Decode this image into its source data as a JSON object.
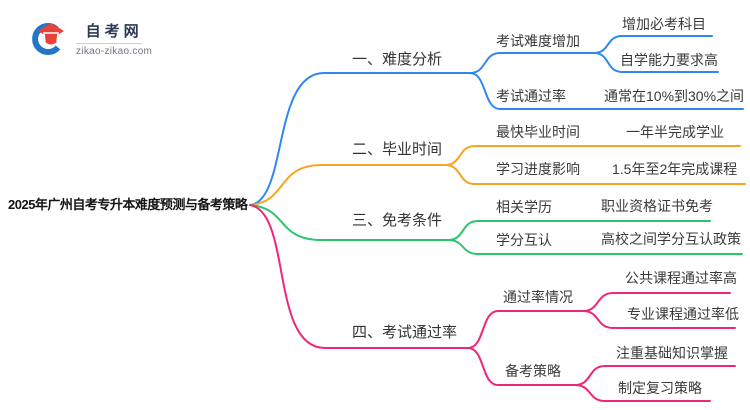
{
  "logo": {
    "site_name": "自考网",
    "site_domain": "zikao-zikao.com"
  },
  "root": {
    "title": "2025年广州自考专升本难度预测与备考策略"
  },
  "branches": [
    {
      "label": "一、难度分析",
      "color": "#2f88f0",
      "children": [
        {
          "label": "考试难度增加",
          "children": [
            "增加必考科目",
            "自学能力要求高"
          ]
        },
        {
          "label": "考试通过率",
          "children": [
            "通常在10%到30%之间"
          ]
        }
      ]
    },
    {
      "label": "二、毕业时间",
      "color": "#f5a623",
      "children": [
        {
          "label": "最快毕业时间",
          "children": [
            "一年半完成学业"
          ]
        },
        {
          "label": "学习进度影响",
          "children": [
            "1.5年至2年完成课程"
          ]
        }
      ]
    },
    {
      "label": "三、免考条件",
      "color": "#2bc56d",
      "children": [
        {
          "label": "相关学历",
          "children": [
            "职业资格证书免考"
          ]
        },
        {
          "label": "学分互认",
          "children": [
            "高校之间学分互认政策"
          ]
        }
      ]
    },
    {
      "label": "四、考试通过率",
      "color": "#ef2779",
      "children": [
        {
          "label": "通过率情况",
          "children": [
            "公共课程通过率高",
            "专业课程通过率低"
          ]
        },
        {
          "label": "备考策略",
          "children": [
            "注重基础知识掌握",
            "制定复习策略"
          ]
        }
      ]
    }
  ],
  "logo_colors": {
    "cap_red": "#e8433a",
    "arc_blue": "#2176c7"
  }
}
